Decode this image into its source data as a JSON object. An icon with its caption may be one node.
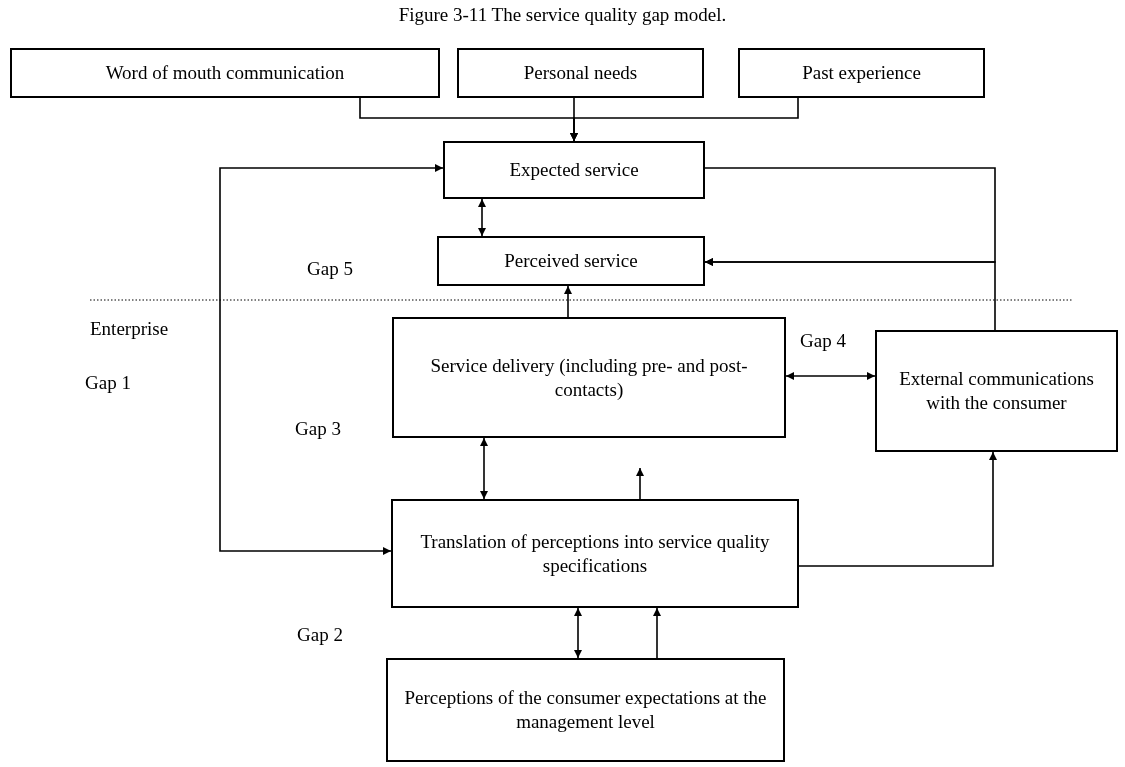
{
  "diagram": {
    "title": "Figure 3-11 The service quality gap model.",
    "nodes": [
      {
        "text": [
          "Word of mouth communication"
        ]
      },
      {
        "text": [
          "Personal needs"
        ]
      },
      {
        "text": [
          "Past experience"
        ]
      },
      {
        "text": [
          "Expected service"
        ]
      },
      {
        "text": [
          "Perceived service"
        ]
      },
      {
        "text": [
          "Service delivery (including pre- and post-contacts)"
        ]
      },
      {
        "text": [
          "External communications with the consumer"
        ]
      },
      {
        "text": [
          "Translation of perceptions into service quality specifications"
        ]
      },
      {
        "text": [
          "Perceptions of the consumer expectations at the management level"
        ]
      }
    ],
    "edges": [
      {
        "from": 0,
        "to": 3,
        "arrow": "to"
      },
      {
        "from": 1,
        "to": 3,
        "arrow": "to"
      },
      {
        "from": 2,
        "to": 3,
        "arrow": "to"
      },
      {
        "from": 3,
        "to": 4,
        "arrow": "both"
      },
      {
        "from": 5,
        "to": 4,
        "arrow": "to"
      },
      {
        "from": 5,
        "to": 6,
        "arrow": "both"
      },
      {
        "from": 7,
        "to": 5,
        "arrow": "both"
      },
      {
        "from": 7,
        "to": null,
        "arrow": "to"
      },
      {
        "from": 7,
        "to": 6,
        "arrow": "to"
      },
      {
        "from": 3,
        "to": 4,
        "arrow": "to"
      },
      {
        "from": 6,
        "to": 4,
        "arrow": "to"
      },
      {
        "from": 8,
        "to": 7,
        "arrow": "both"
      },
      {
        "from": 8,
        "to": 7,
        "arrow": "to"
      },
      {
        "from": 3,
        "to": 7,
        "arrow": "both"
      }
    ],
    "labels": [
      "Gap 5",
      "Enterprise",
      "Gap 1",
      "Gap 4",
      "Gap 3",
      "Gap 2"
    ]
  }
}
